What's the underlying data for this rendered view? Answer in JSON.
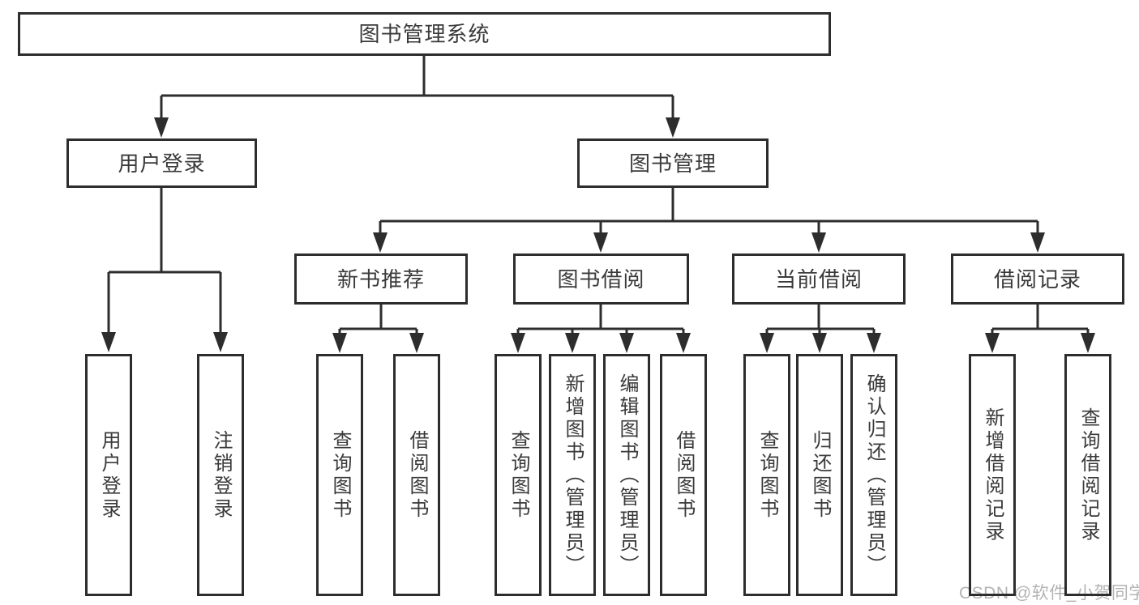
{
  "diagram_title": "图书管理系统",
  "tree": {
    "label": "图书管理系统",
    "children": [
      {
        "label": "用户登录",
        "children": [
          {
            "label": "用户登录"
          },
          {
            "label": "注销登录"
          }
        ]
      },
      {
        "label": "图书管理",
        "children": [
          {
            "label": "新书推荐",
            "children": [
              {
                "label": "查询图书"
              },
              {
                "label": "借阅图书"
              }
            ]
          },
          {
            "label": "图书借阅",
            "children": [
              {
                "label": "查询图书"
              },
              {
                "label": "新增图书（管理员）"
              },
              {
                "label": "编辑图书（管理员）"
              },
              {
                "label": "借阅图书"
              }
            ]
          },
          {
            "label": "当前借阅",
            "children": [
              {
                "label": "查询图书"
              },
              {
                "label": "归还图书"
              },
              {
                "label": "确认归还（管理员）"
              }
            ]
          },
          {
            "label": "借阅记录",
            "children": [
              {
                "label": "新增借阅记录"
              },
              {
                "label": "查询借阅记录"
              }
            ]
          }
        ]
      }
    ]
  },
  "watermark": "CSDN @软件_小贺同学",
  "colors": {
    "line": "#2d2d2d",
    "text": "#3a3a3a",
    "background": "#ffffff",
    "watermark": "#b3b3b3"
  }
}
